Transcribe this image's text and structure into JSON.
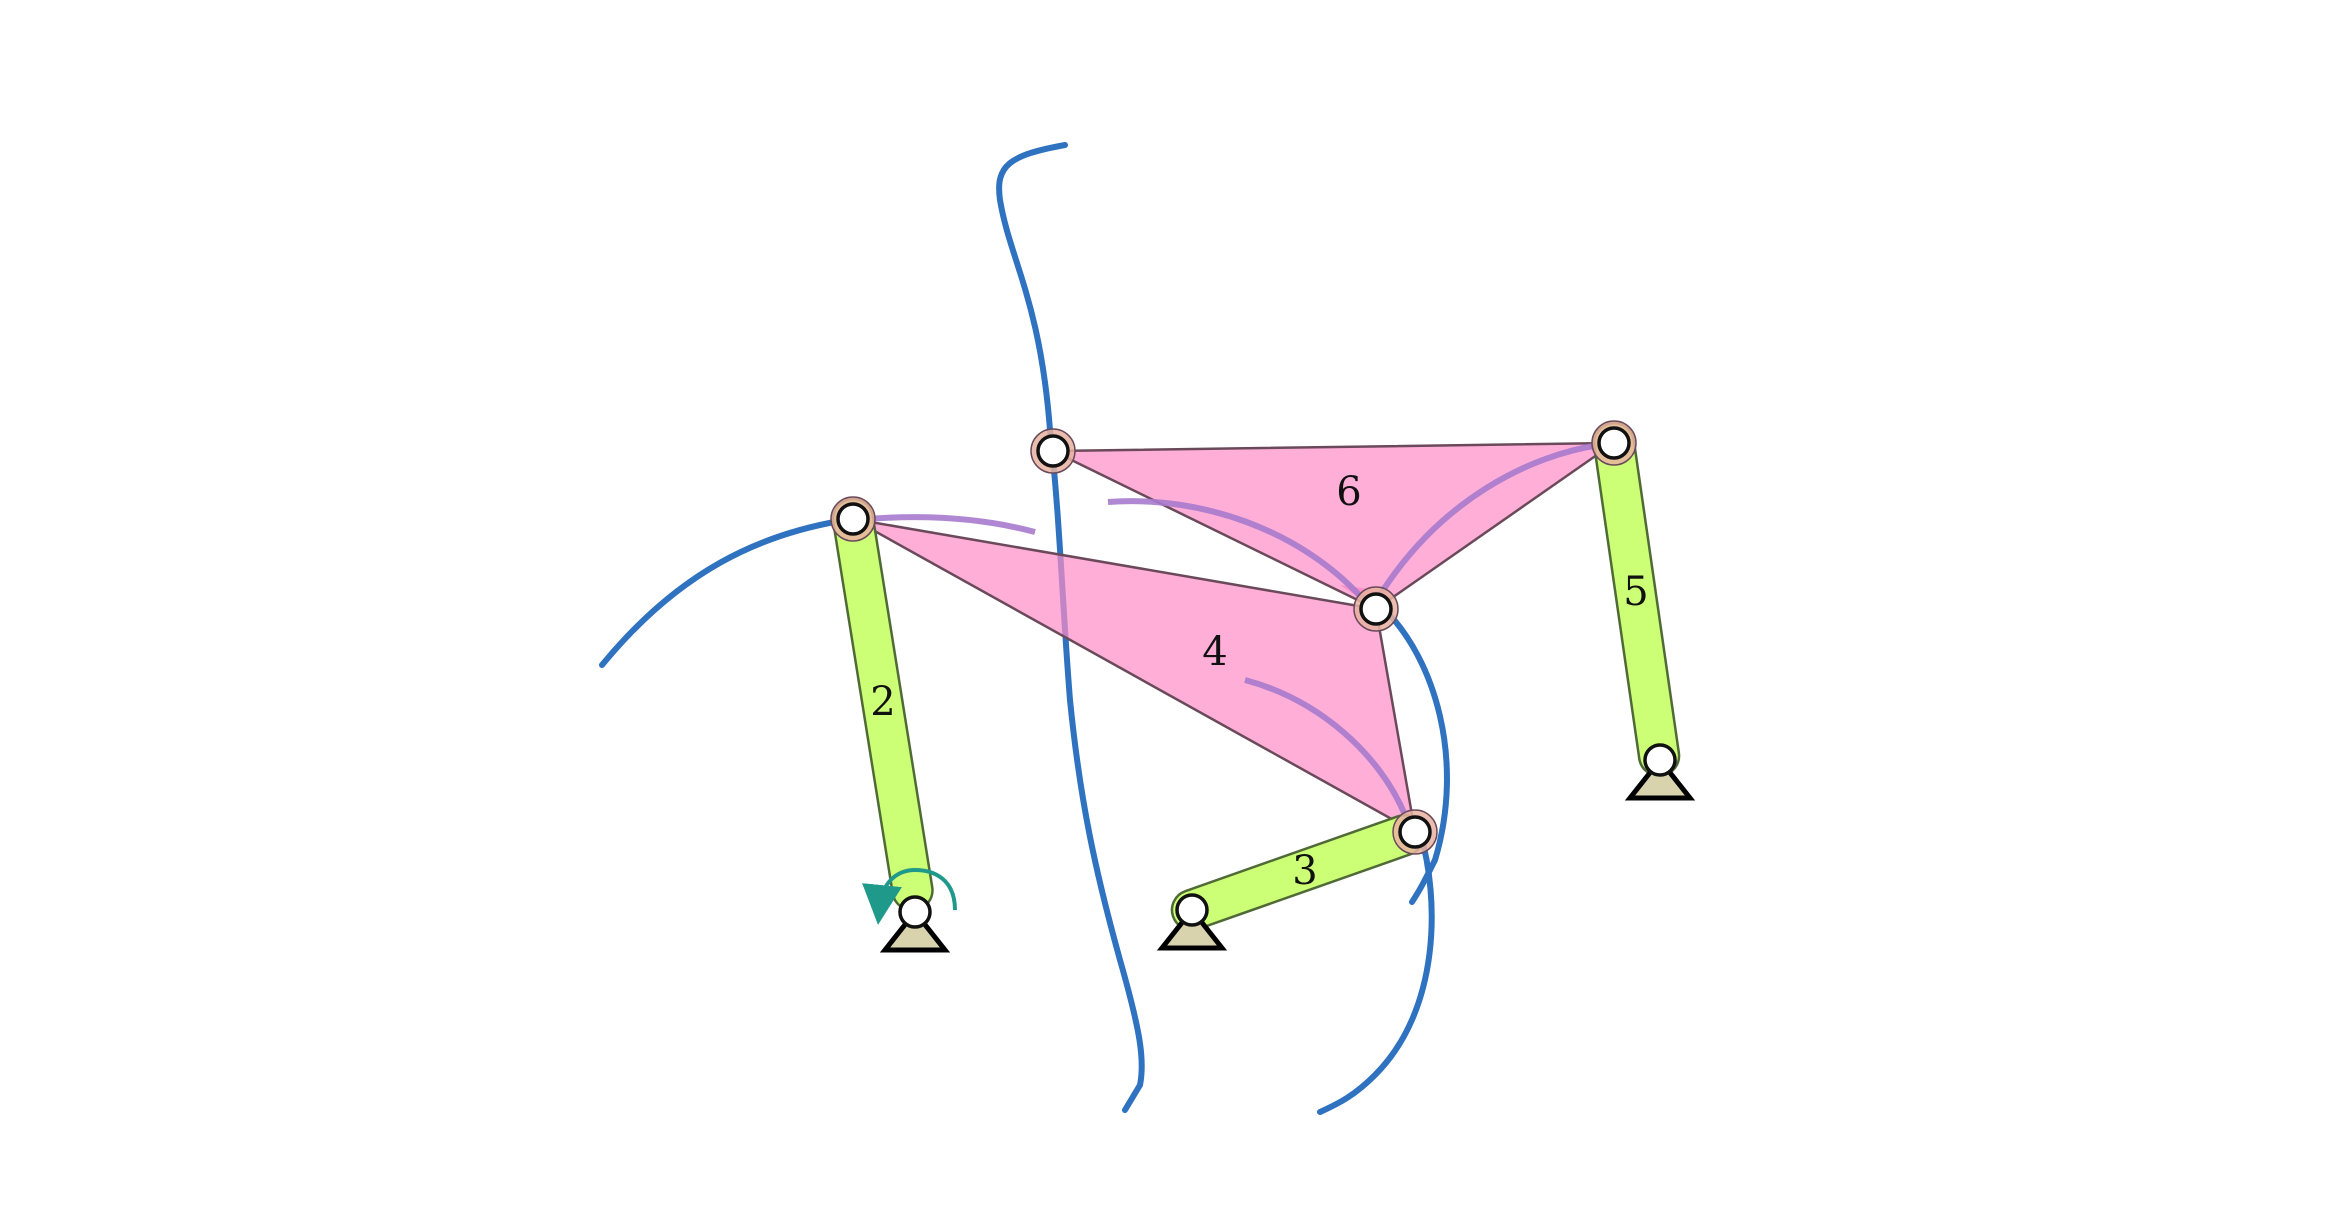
{
  "diagram": {
    "colors": {
      "background": "#ffffff",
      "ternary_link_fill": "#ff8cc6",
      "ternary_link_stroke": "#6a4a5a",
      "binary_link_fill": "#c9ff6e",
      "binary_link_stroke": "#4f6a36",
      "joint_region": "#e8b2a0",
      "joint_fill": "#ffffff",
      "joint_stroke": "#111111",
      "ground_fill": "#d9d3ad",
      "ground_stroke": "#000000",
      "coupler_curve": "#2f72c0",
      "angle_arc": "#a77acd",
      "input_rotation": "#1f9a8a"
    },
    "links": [
      {
        "id": "link-2",
        "label": "2",
        "kind": "binary"
      },
      {
        "id": "link-3",
        "label": "3",
        "kind": "binary"
      },
      {
        "id": "link-4",
        "label": "4",
        "kind": "ternary"
      },
      {
        "id": "link-5",
        "label": "5",
        "kind": "binary"
      },
      {
        "id": "link-6",
        "label": "6",
        "kind": "ternary"
      }
    ],
    "ground_pivots": 3,
    "icons": {
      "ground": "ground-triangle-icon",
      "joint": "revolute-joint-icon",
      "input": "rotation-arrow-icon"
    }
  }
}
